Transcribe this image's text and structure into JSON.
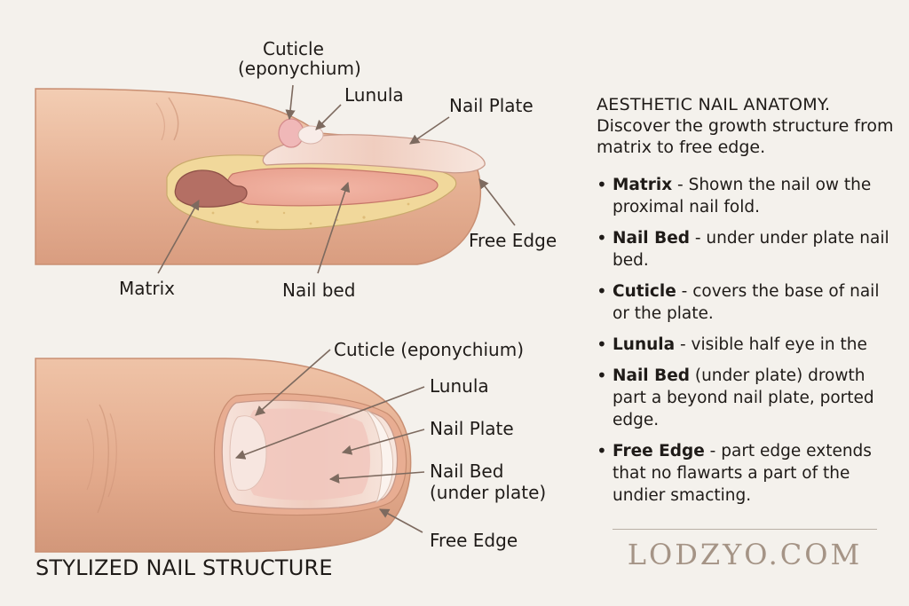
{
  "diagram_top": {
    "labels": {
      "cuticle": "Cuticle",
      "eponychium": "(eponychium)",
      "lunula": "Lunula",
      "nail_plate": "Nail Plate",
      "free_edge": "Free Edge",
      "matrix": "Matrix",
      "nail_bed": "Nail bed"
    }
  },
  "diagram_bottom": {
    "labels": {
      "cuticle": "Cuticle (eponychium)",
      "lunula": "Lunula",
      "nail_plate": "Nail Plate",
      "nail_bed_line1": "Nail Bed",
      "nail_bed_line2": "(under plate)",
      "free_edge": "Free Edge"
    },
    "title": "STYLIZED NAIL STRUCTURE"
  },
  "panel": {
    "title": "AESTHETIC NAIL ANATOMY.",
    "subtitle": "Discover the growth structure from matrix to free edge.",
    "items": [
      {
        "term": "Matrix",
        "text": " - Shown the nail ow the proximal nail fold."
      },
      {
        "term": "Nail Bed",
        "text": " - under under plate nail bed."
      },
      {
        "term": "Cuticle",
        "text": " - covers the base of nail or the plate."
      },
      {
        "term": "Lunula",
        "text": " - visible half eye in the"
      },
      {
        "term": "Nail Bed",
        "text": " (under plate) drowth part a beyond nail plate, ported edge."
      },
      {
        "term": "Free Edge",
        "text": " - part edge extends that no flawarts a part of the undier smacting."
      }
    ]
  },
  "brand": "LODZYO.COM",
  "colors": {
    "background": "#f4f1ec",
    "skin": "#e9b99a",
    "nail": "#f2d3c6",
    "brand": "#a59486"
  }
}
